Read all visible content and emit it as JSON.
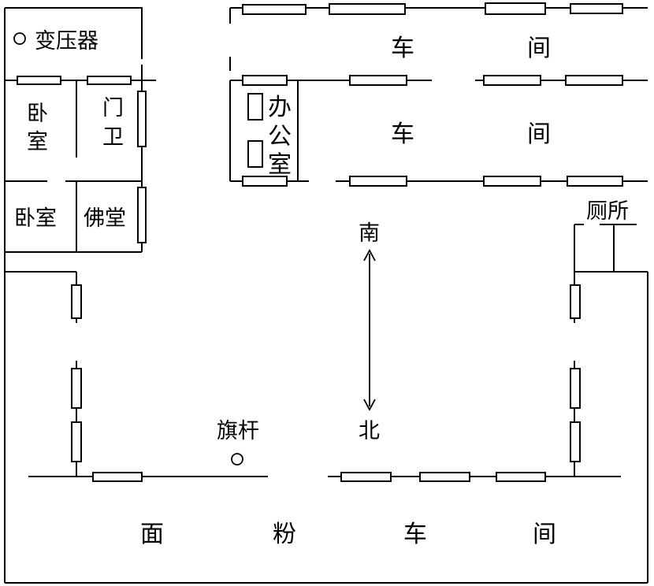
{
  "labels": {
    "transformer": "变压器",
    "workshop_char1": "车",
    "workshop_char2": "间",
    "office_char1": "办",
    "office_char2": "公",
    "office_char3": "室",
    "bedroom1_char1": "卧",
    "bedroom1_char2": "室",
    "guard_char1": "门",
    "guard_char2": "卫",
    "bedroom2": "卧室",
    "buddha_hall": "佛堂",
    "toilet": "厕所",
    "south": "南",
    "north": "北",
    "flagpole": "旗杆",
    "flour_char1": "面",
    "flour_char2": "粉",
    "flour_char3": "车",
    "flour_char4": "间"
  },
  "colors": {
    "ink": "#000000",
    "background": "#ffffff"
  }
}
